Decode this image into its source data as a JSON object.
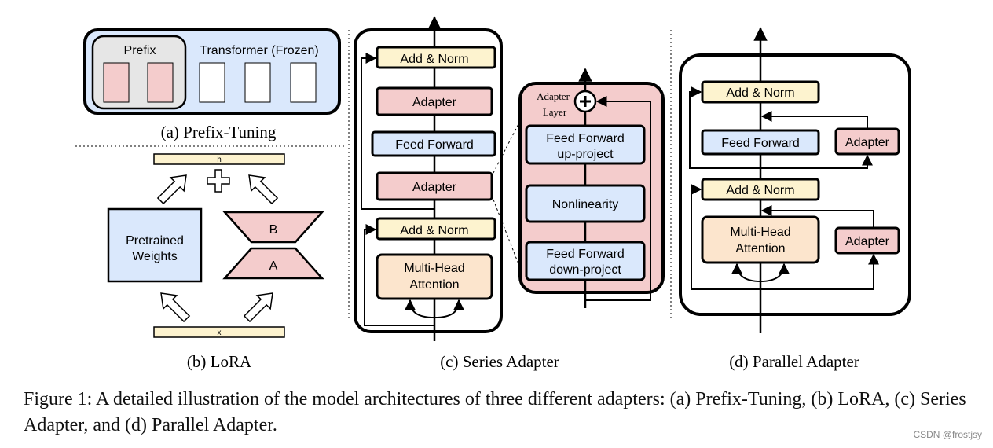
{
  "prefix_tuning": {
    "prefix_label": "Prefix",
    "transformer_label": "Transformer (Frozen)",
    "caption": "(a) Prefix-Tuning"
  },
  "lora": {
    "h_label": "h",
    "x_label": "x",
    "pretrained_label_1": "Pretrained",
    "pretrained_label_2": "Weights",
    "b_label": "B",
    "a_label": "A",
    "caption": "(b) LoRA"
  },
  "series_adapter": {
    "add_norm_top": "Add & Norm",
    "adapter_top": "Adapter",
    "feed_forward": "Feed Forward",
    "adapter_mid": "Adapter",
    "add_norm_bottom": "Add & Norm",
    "mha_1": "Multi-Head",
    "mha_2": "Attention",
    "caption": "(c) Series Adapter"
  },
  "adapter_layer": {
    "title_1": "Adapter",
    "title_2": "Layer",
    "up_1": "Feed Forward",
    "up_2": "up-project",
    "nonlinearity": "Nonlinearity",
    "down_1": "Feed Forward",
    "down_2": "down-project"
  },
  "parallel_adapter": {
    "add_norm_top": "Add & Norm",
    "feed_forward": "Feed Forward",
    "adapter_top": "Adapter",
    "add_norm_bottom": "Add & Norm",
    "mha_1": "Multi-Head",
    "mha_2": "Attention",
    "adapter_bottom": "Adapter",
    "caption": "(d) Parallel Adapter"
  },
  "figure_caption": "Figure 1: A detailed illustration of the model architectures of three different adapters: (a) Prefix-Tuning, (b) LoRA, (c) Series Adapter, and (d) Parallel Adapter.",
  "watermark": "CSDN @frostjsy",
  "colors": {
    "yellow": "#fdf3cf",
    "pink": "#f4cccc",
    "blue": "#dae8fc",
    "orange": "#fce5cd",
    "gray": "#e6e6e6"
  }
}
